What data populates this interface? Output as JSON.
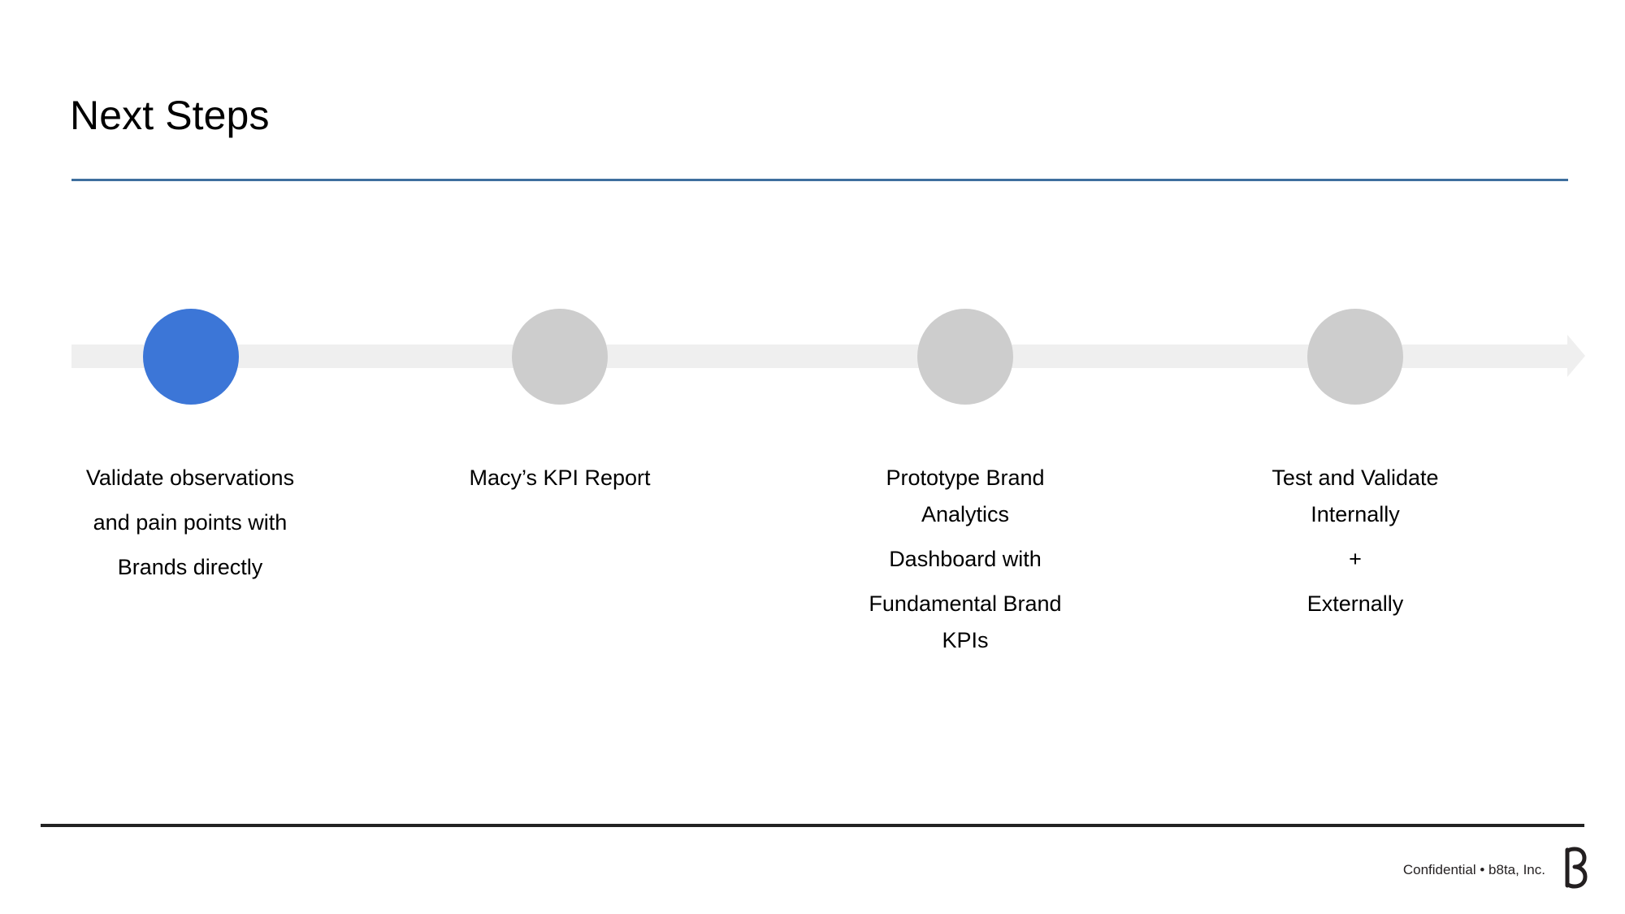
{
  "slide": {
    "title": "Next Steps",
    "background_color": "#FFFFFF",
    "accent_rule_color": "#3E6F9E",
    "footer_rule_color": "#222222"
  },
  "timeline": {
    "type": "process-arrow",
    "track_color": "#EFEFEF",
    "active_node_color": "#3C76D7",
    "pending_node_color": "#CDCDCD",
    "arrow_direction": "right",
    "steps": [
      {
        "index": 1,
        "state": "active",
        "lines": [
          "Validate observations",
          "and pain points with",
          "Brands directly"
        ],
        "text": "Validate observations and pain points with Brands directly"
      },
      {
        "index": 2,
        "state": "pending",
        "lines": [
          "Macy’s KPI Report"
        ],
        "text": "Macy’s KPI Report"
      },
      {
        "index": 3,
        "state": "pending",
        "lines": [
          "Prototype Brand",
          "Analytics",
          "Dashboard with",
          "Fundamental Brand",
          "KPIs"
        ],
        "text": "Prototype Brand Analytics Dashboard with Fundamental Brand KPIs"
      },
      {
        "index": 4,
        "state": "pending",
        "lines": [
          "Test and Validate",
          "Internally",
          "+",
          "Externally"
        ],
        "text": "Test and Validate Internally + Externally"
      }
    ]
  },
  "footer": {
    "confidentiality": "Confidential • b8ta, Inc.",
    "logo_glyph": "ß",
    "logo_name": "b8ta-logo"
  }
}
